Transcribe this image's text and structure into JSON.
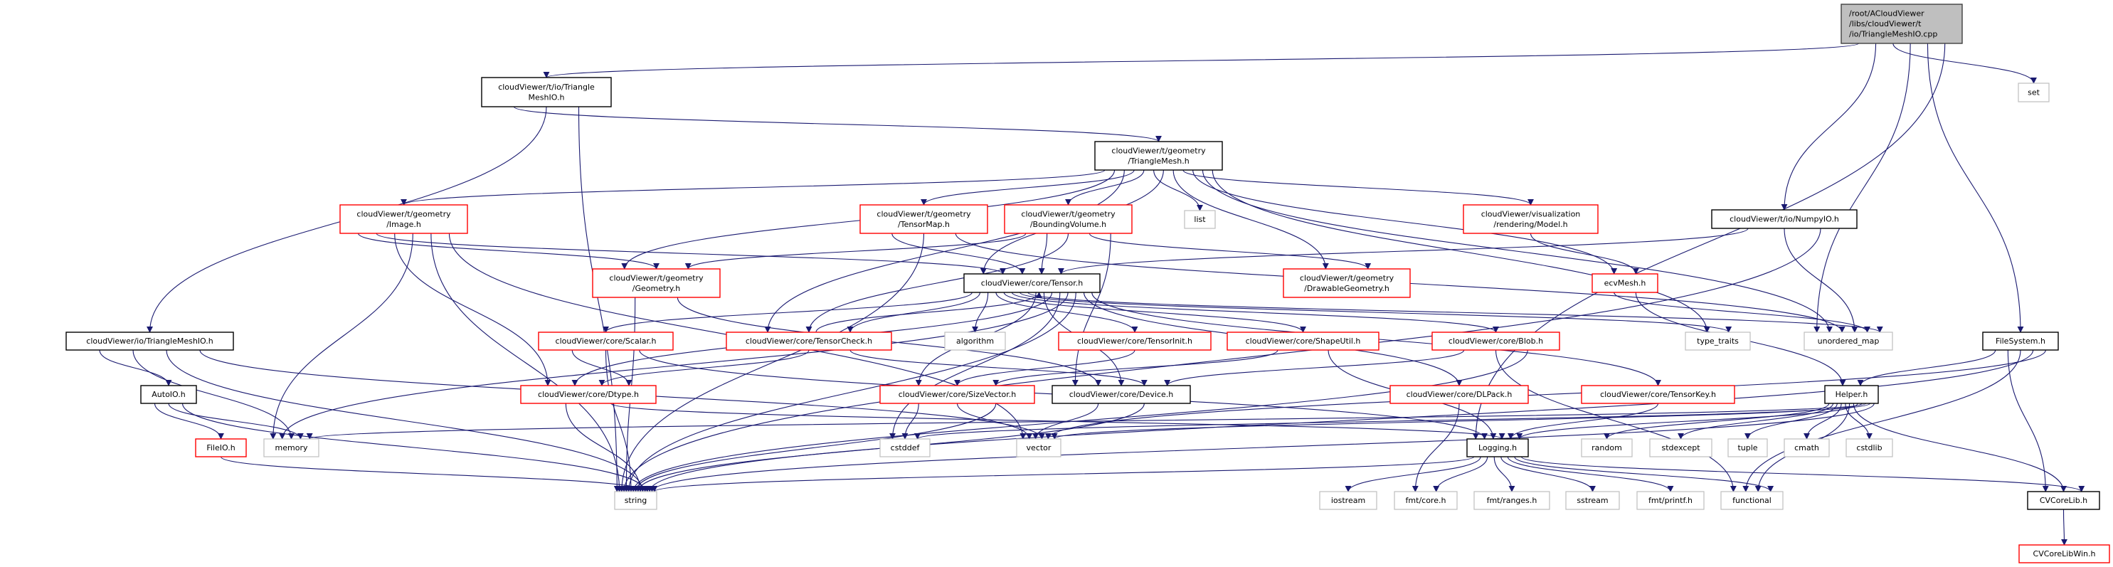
{
  "graph": {
    "colors": {
      "edge": "#191970",
      "documented_border": "#000000",
      "truncated_border": "#ff0000",
      "system_border": "#bfbfbf",
      "root_fill": "#bfbfbf"
    },
    "nodes": [
      {
        "id": "root",
        "lines": [
          "/root/ACloudViewer",
          "/libs/cloudViewer/t",
          "/io/TriangleMeshIO.cpp"
        ],
        "kind": "root"
      },
      {
        "id": "t_io_tmio",
        "lines": [
          "cloudViewer/t/io/Triangle",
          "MeshIO.h"
        ],
        "kind": "documented"
      },
      {
        "id": "trimesh",
        "lines": [
          "cloudViewer/t/geometry",
          "/TriangleMesh.h"
        ],
        "kind": "documented"
      },
      {
        "id": "image",
        "lines": [
          "cloudViewer/t/geometry",
          "/Image.h"
        ],
        "kind": "truncated"
      },
      {
        "id": "tensormap",
        "lines": [
          "cloudViewer/t/geometry",
          "/TensorMap.h"
        ],
        "kind": "truncated"
      },
      {
        "id": "bvol",
        "lines": [
          "cloudViewer/t/geometry",
          "/BoundingVolume.h"
        ],
        "kind": "truncated"
      },
      {
        "id": "list",
        "lines": [
          "list"
        ],
        "kind": "system"
      },
      {
        "id": "model",
        "lines": [
          "cloudViewer/visualization",
          "/rendering/Model.h"
        ],
        "kind": "truncated"
      },
      {
        "id": "numpyio",
        "lines": [
          "cloudViewer/t/io/NumpyIO.h"
        ],
        "kind": "documented"
      },
      {
        "id": "set",
        "lines": [
          "set"
        ],
        "kind": "system"
      },
      {
        "id": "geometry",
        "lines": [
          "cloudViewer/t/geometry",
          "/Geometry.h"
        ],
        "kind": "truncated"
      },
      {
        "id": "tensor",
        "lines": [
          "cloudViewer/core/Tensor.h"
        ],
        "kind": "documented"
      },
      {
        "id": "drawable",
        "lines": [
          "cloudViewer/t/geometry",
          "/DrawableGeometry.h"
        ],
        "kind": "truncated"
      },
      {
        "id": "ecvmesh",
        "lines": [
          "ecvMesh.h"
        ],
        "kind": "truncated"
      },
      {
        "id": "io_tmio",
        "lines": [
          "cloudViewer/io/TriangleMeshIO.h"
        ],
        "kind": "documented"
      },
      {
        "id": "scalar",
        "lines": [
          "cloudViewer/core/Scalar.h"
        ],
        "kind": "truncated"
      },
      {
        "id": "tensorcheck",
        "lines": [
          "cloudViewer/core/TensorCheck.h"
        ],
        "kind": "truncated"
      },
      {
        "id": "algorithm",
        "lines": [
          "algorithm"
        ],
        "kind": "system"
      },
      {
        "id": "tensorinit",
        "lines": [
          "cloudViewer/core/TensorInit.h"
        ],
        "kind": "truncated"
      },
      {
        "id": "shapeutil",
        "lines": [
          "cloudViewer/core/ShapeUtil.h"
        ],
        "kind": "truncated"
      },
      {
        "id": "blob",
        "lines": [
          "cloudViewer/core/Blob.h"
        ],
        "kind": "truncated"
      },
      {
        "id": "type_traits",
        "lines": [
          "type_traits"
        ],
        "kind": "system"
      },
      {
        "id": "unordered_map",
        "lines": [
          "unordered_map"
        ],
        "kind": "system"
      },
      {
        "id": "filesystem",
        "lines": [
          "FileSystem.h"
        ],
        "kind": "documented"
      },
      {
        "id": "autoio",
        "lines": [
          "AutoIO.h"
        ],
        "kind": "documented"
      },
      {
        "id": "dtype",
        "lines": [
          "cloudViewer/core/Dtype.h"
        ],
        "kind": "truncated"
      },
      {
        "id": "sizevector",
        "lines": [
          "cloudViewer/core/SizeVector.h"
        ],
        "kind": "truncated"
      },
      {
        "id": "device",
        "lines": [
          "cloudViewer/core/Device.h"
        ],
        "kind": "documented"
      },
      {
        "id": "dlpack",
        "lines": [
          "cloudViewer/core/DLPack.h"
        ],
        "kind": "truncated"
      },
      {
        "id": "tensorkey",
        "lines": [
          "cloudViewer/core/TensorKey.h"
        ],
        "kind": "truncated"
      },
      {
        "id": "helper",
        "lines": [
          "Helper.h"
        ],
        "kind": "documented"
      },
      {
        "id": "fileio",
        "lines": [
          "FileIO.h"
        ],
        "kind": "truncated"
      },
      {
        "id": "memory",
        "lines": [
          "memory"
        ],
        "kind": "system"
      },
      {
        "id": "cstddef",
        "lines": [
          "cstddef"
        ],
        "kind": "system"
      },
      {
        "id": "vector",
        "lines": [
          "vector"
        ],
        "kind": "system"
      },
      {
        "id": "logging",
        "lines": [
          "Logging.h"
        ],
        "kind": "documented"
      },
      {
        "id": "random",
        "lines": [
          "random"
        ],
        "kind": "system"
      },
      {
        "id": "stdexcept",
        "lines": [
          "stdexcept"
        ],
        "kind": "system"
      },
      {
        "id": "tuple",
        "lines": [
          "tuple"
        ],
        "kind": "system"
      },
      {
        "id": "cmath",
        "lines": [
          "cmath"
        ],
        "kind": "system"
      },
      {
        "id": "cstdlib",
        "lines": [
          "cstdlib"
        ],
        "kind": "system"
      },
      {
        "id": "string",
        "lines": [
          "string"
        ],
        "kind": "system"
      },
      {
        "id": "iostream",
        "lines": [
          "iostream"
        ],
        "kind": "system"
      },
      {
        "id": "fmt_core",
        "lines": [
          "fmt/core.h"
        ],
        "kind": "system"
      },
      {
        "id": "fmt_ranges",
        "lines": [
          "fmt/ranges.h"
        ],
        "kind": "system"
      },
      {
        "id": "sstream",
        "lines": [
          "sstream"
        ],
        "kind": "system"
      },
      {
        "id": "fmt_printf",
        "lines": [
          "fmt/printf.h"
        ],
        "kind": "system"
      },
      {
        "id": "functional",
        "lines": [
          "functional"
        ],
        "kind": "system"
      },
      {
        "id": "cvcorelib",
        "lines": [
          "CVCoreLib.h"
        ],
        "kind": "documented"
      },
      {
        "id": "cvcorelibwin",
        "lines": [
          "CVCoreLibWin.h"
        ],
        "kind": "truncated"
      }
    ],
    "edges": [
      [
        "root",
        "t_io_tmio"
      ],
      [
        "root",
        "numpyio"
      ],
      [
        "root",
        "set"
      ],
      [
        "root",
        "unordered_map"
      ],
      [
        "root",
        "filesystem"
      ],
      [
        "root",
        "logging"
      ],
      [
        "t_io_tmio",
        "trimesh"
      ],
      [
        "t_io_tmio",
        "io_tmio"
      ],
      [
        "t_io_tmio",
        "string"
      ],
      [
        "trimesh",
        "image"
      ],
      [
        "trimesh",
        "geometry"
      ],
      [
        "trimesh",
        "tensorcheck"
      ],
      [
        "trimesh",
        "tensormap"
      ],
      [
        "trimesh",
        "bvol"
      ],
      [
        "trimesh",
        "list"
      ],
      [
        "trimesh",
        "tensor"
      ],
      [
        "trimesh",
        "drawable"
      ],
      [
        "trimesh",
        "model"
      ],
      [
        "trimesh",
        "ecvmesh"
      ],
      [
        "trimesh",
        "unordered_map"
      ],
      [
        "trimesh",
        "type_traits"
      ],
      [
        "image",
        "geometry"
      ],
      [
        "image",
        "tensor"
      ],
      [
        "image",
        "dtype"
      ],
      [
        "image",
        "memory"
      ],
      [
        "image",
        "string"
      ],
      [
        "image",
        "vector"
      ],
      [
        "tensormap",
        "tensor"
      ],
      [
        "tensormap",
        "string"
      ],
      [
        "tensormap",
        "unordered_map"
      ],
      [
        "bvol",
        "geometry"
      ],
      [
        "bvol",
        "tensor"
      ],
      [
        "bvol",
        "tensorcheck"
      ],
      [
        "bvol",
        "drawable"
      ],
      [
        "bvol",
        "device"
      ],
      [
        "model",
        "ecvmesh"
      ],
      [
        "numpyio",
        "tensor"
      ],
      [
        "numpyio",
        "unordered_map"
      ],
      [
        "numpyio",
        "string"
      ],
      [
        "geometry",
        "string"
      ],
      [
        "geometry",
        "device"
      ],
      [
        "ecvmesh",
        "unordered_map"
      ],
      [
        "ecvmesh",
        "helper"
      ],
      [
        "tensor",
        "scalar"
      ],
      [
        "tensor",
        "tensorcheck"
      ],
      [
        "tensor",
        "algorithm"
      ],
      [
        "tensor",
        "tensorinit"
      ],
      [
        "tensor",
        "shapeutil"
      ],
      [
        "tensor",
        "blob"
      ],
      [
        "tensor",
        "type_traits"
      ],
      [
        "tensor",
        "unordered_map"
      ],
      [
        "tensor",
        "sizevector"
      ],
      [
        "tensor",
        "device"
      ],
      [
        "tensor",
        "dtype"
      ],
      [
        "tensor",
        "cstddef"
      ],
      [
        "tensor",
        "memory"
      ],
      [
        "tensor",
        "string"
      ],
      [
        "tensor",
        "dlpack"
      ],
      [
        "tensor",
        "tensorkey"
      ],
      [
        "tensorcheck",
        "tensor"
      ],
      [
        "tensorcheck",
        "dtype"
      ],
      [
        "tensorcheck",
        "device"
      ],
      [
        "scalar",
        "dtype"
      ],
      [
        "scalar",
        "string"
      ],
      [
        "scalar",
        "logging"
      ],
      [
        "tensorinit",
        "sizevector"
      ],
      [
        "shapeutil",
        "sizevector"
      ],
      [
        "shapeutil",
        "logging"
      ],
      [
        "blob",
        "device"
      ],
      [
        "blob",
        "functional"
      ],
      [
        "blob",
        "string"
      ],
      [
        "sizevector",
        "cstddef"
      ],
      [
        "sizevector",
        "vector"
      ],
      [
        "sizevector",
        "string"
      ],
      [
        "device",
        "vector"
      ],
      [
        "device",
        "string"
      ],
      [
        "dtype",
        "string"
      ],
      [
        "dtype",
        "logging"
      ],
      [
        "dlpack",
        "fmt_core"
      ],
      [
        "tensorkey",
        "logging"
      ],
      [
        "io_tmio",
        "autoio"
      ],
      [
        "io_tmio",
        "memory"
      ],
      [
        "io_tmio",
        "string"
      ],
      [
        "io_tmio",
        "vector"
      ],
      [
        "autoio",
        "fileio"
      ],
      [
        "autoio",
        "memory"
      ],
      [
        "autoio",
        "string"
      ],
      [
        "fileio",
        "string"
      ],
      [
        "filesystem",
        "helper"
      ],
      [
        "filesystem",
        "cvcorelib"
      ],
      [
        "filesystem",
        "functional"
      ],
      [
        "filesystem",
        "string"
      ],
      [
        "filesystem",
        "vector"
      ],
      [
        "helper",
        "random"
      ],
      [
        "helper",
        "stdexcept"
      ],
      [
        "helper",
        "tuple"
      ],
      [
        "helper",
        "cmath"
      ],
      [
        "helper",
        "cstdlib"
      ],
      [
        "helper",
        "functional"
      ],
      [
        "helper",
        "cvcorelib"
      ],
      [
        "helper",
        "logging"
      ],
      [
        "helper",
        "vector"
      ],
      [
        "helper",
        "memory"
      ],
      [
        "helper",
        "cstddef"
      ],
      [
        "helper",
        "string"
      ],
      [
        "logging",
        "string"
      ],
      [
        "logging",
        "iostream"
      ],
      [
        "logging",
        "fmt_core"
      ],
      [
        "logging",
        "fmt_ranges"
      ],
      [
        "logging",
        "sstream"
      ],
      [
        "logging",
        "fmt_printf"
      ],
      [
        "logging",
        "functional"
      ],
      [
        "logging",
        "cvcorelib"
      ],
      [
        "cvcorelib",
        "cvcorelibwin"
      ]
    ]
  }
}
